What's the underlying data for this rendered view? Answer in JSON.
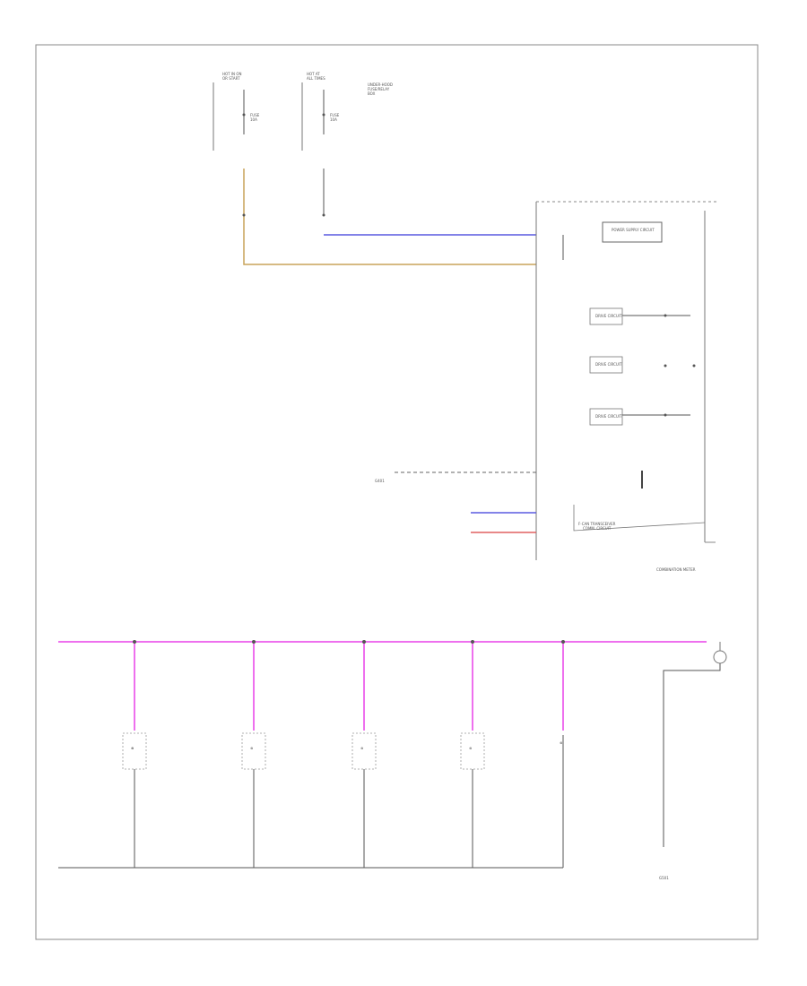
{
  "diagram_id": "",
  "top_fuses": [
    {
      "label": [
        "HOT IN ON",
        "OR START"
      ],
      "fuse": [
        "FUSE",
        "10A"
      ],
      "pin": "",
      "wire": ""
    },
    {
      "label": [
        "HOT AT",
        "ALL TIMES"
      ],
      "fuse": [
        "FUSE",
        "10A"
      ],
      "pin": "",
      "wire": ""
    }
  ],
  "fuse_box_label": [
    "UNDER-HOOD",
    "FUSE/RELAY",
    "BOX"
  ],
  "meter": {
    "name": "COMBINATION METER",
    "side_label": "",
    "inner_blocks": [
      "POWER SUPPLY CIRCUIT",
      "DRIVE CIRCUIT",
      "DRIVE CIRCUIT",
      "DRIVE CIRCUIT"
    ],
    "inner_lamps": [
      "",
      "",
      "",
      ""
    ],
    "can_label": [
      "F-CAN TRANSCEIVER",
      "COMM. CIRCUIT"
    ],
    "wires": [
      "",
      "",
      "",
      "",
      ""
    ]
  },
  "left_refs": [
    {
      "label": [
        "G401",
        "",
        ""
      ]
    },
    {
      "label": [
        "",
        "",
        ""
      ]
    }
  ],
  "bus_wire": "",
  "bus_labels": [
    "",
    "",
    "",
    "",
    "",
    ""
  ],
  "switches": [
    {
      "label": [
        "",
        "",
        ""
      ],
      "bottom": [
        "",
        ""
      ]
    },
    {
      "label": [
        "",
        ""
      ]
    },
    {
      "label": [
        "",
        "",
        ""
      ]
    },
    {
      "label": [
        "",
        "",
        ""
      ]
    },
    {
      "label": [
        "",
        "",
        ""
      ]
    }
  ],
  "right_lamp_label": [
    "",
    "",
    ""
  ],
  "ground_label": [
    "G501",
    "",
    ""
  ],
  "ground_wire_labels": [
    "",
    "",
    "",
    ""
  ],
  "colors": {
    "blue": "#5a5ae0",
    "tan": "#c8a45a",
    "pink": "#ee70ee",
    "red": "#e06060",
    "line": "#555555",
    "frame": "#888888"
  }
}
